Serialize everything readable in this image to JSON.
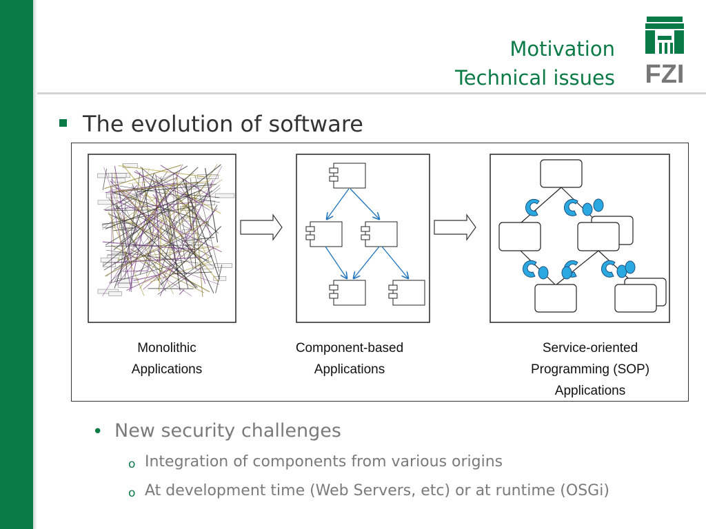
{
  "header": {
    "title_line1": "Motivation",
    "title_line2": "Technical issues"
  },
  "logo": {
    "text": "FZI"
  },
  "main_bullet": "The evolution of software",
  "captions": {
    "monolithic": [
      "Monolithic",
      "Applications"
    ],
    "component": [
      "Component-based",
      "Applications"
    ],
    "service": [
      "Service-oriented",
      "Programming (SOP)",
      "Applications"
    ]
  },
  "sub_bullet": "New security challenges",
  "sub_sub_bullets": [
    "Integration of components from various origins",
    "At development time (Web Servers, etc) or at runtime (OSGi)"
  ],
  "colors": {
    "brand_green": "#0a7a46",
    "arrow_blue": "#1e73be",
    "service_blue": "#29a9e0"
  }
}
